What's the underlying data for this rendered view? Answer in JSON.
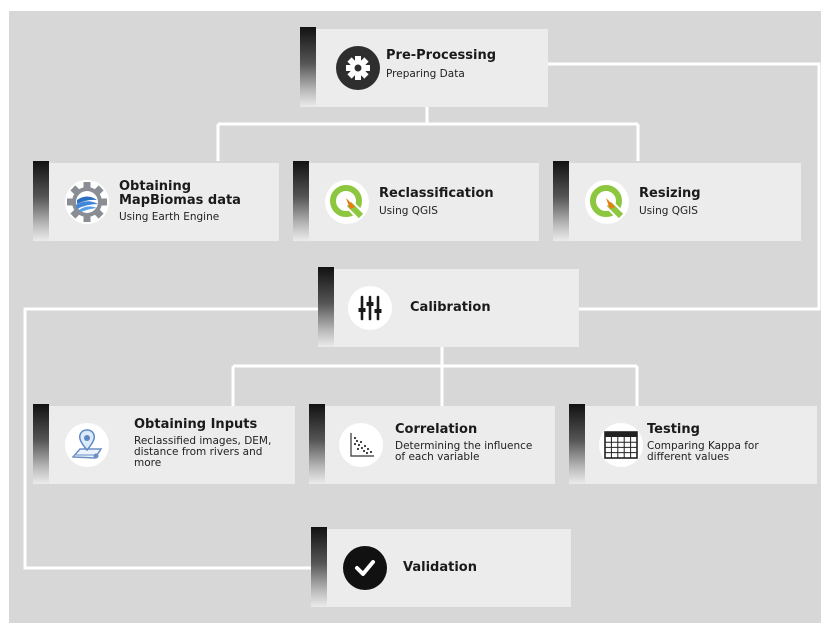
{
  "nodes": {
    "preprocessing": {
      "title": "Pre-Processing",
      "subtitle": "Preparing Data",
      "icon": "gear-icon"
    },
    "obtaining_mapbiomas": {
      "title_line1": "Obtaining",
      "title_line2": "MapBiomas data",
      "subtitle": "Using Earth Engine",
      "icon": "earth-engine-icon"
    },
    "reclassification": {
      "title": "Reclassification",
      "subtitle": "Using QGIS",
      "icon": "qgis-icon"
    },
    "resizing": {
      "title": "Resizing",
      "subtitle": "Using QGIS",
      "icon": "qgis-icon"
    },
    "calibration": {
      "title": "Calibration",
      "icon": "sliders-icon"
    },
    "obtaining_inputs": {
      "title": "Obtaining Inputs",
      "subtitle_lines": [
        "Reclassified images, DEM,",
        "distance from rivers and",
        "more"
      ],
      "icon": "map-pin-icon"
    },
    "correlation": {
      "title": "Correlation",
      "subtitle_lines": [
        "Determining the influence",
        "of each variable"
      ],
      "icon": "scatter-plot-icon"
    },
    "testing": {
      "title": "Testing",
      "subtitle_lines": [
        "Comparing Kappa for",
        "different values"
      ],
      "icon": "table-grid-icon"
    },
    "validation": {
      "title": "Validation",
      "icon": "checkmark-icon"
    }
  },
  "colors": {
    "background": "#d7d7d7",
    "box": "#ececec",
    "connector": "#ffffff",
    "qgis_green": "#8dc63f",
    "qgis_orange": "#ee7913"
  }
}
